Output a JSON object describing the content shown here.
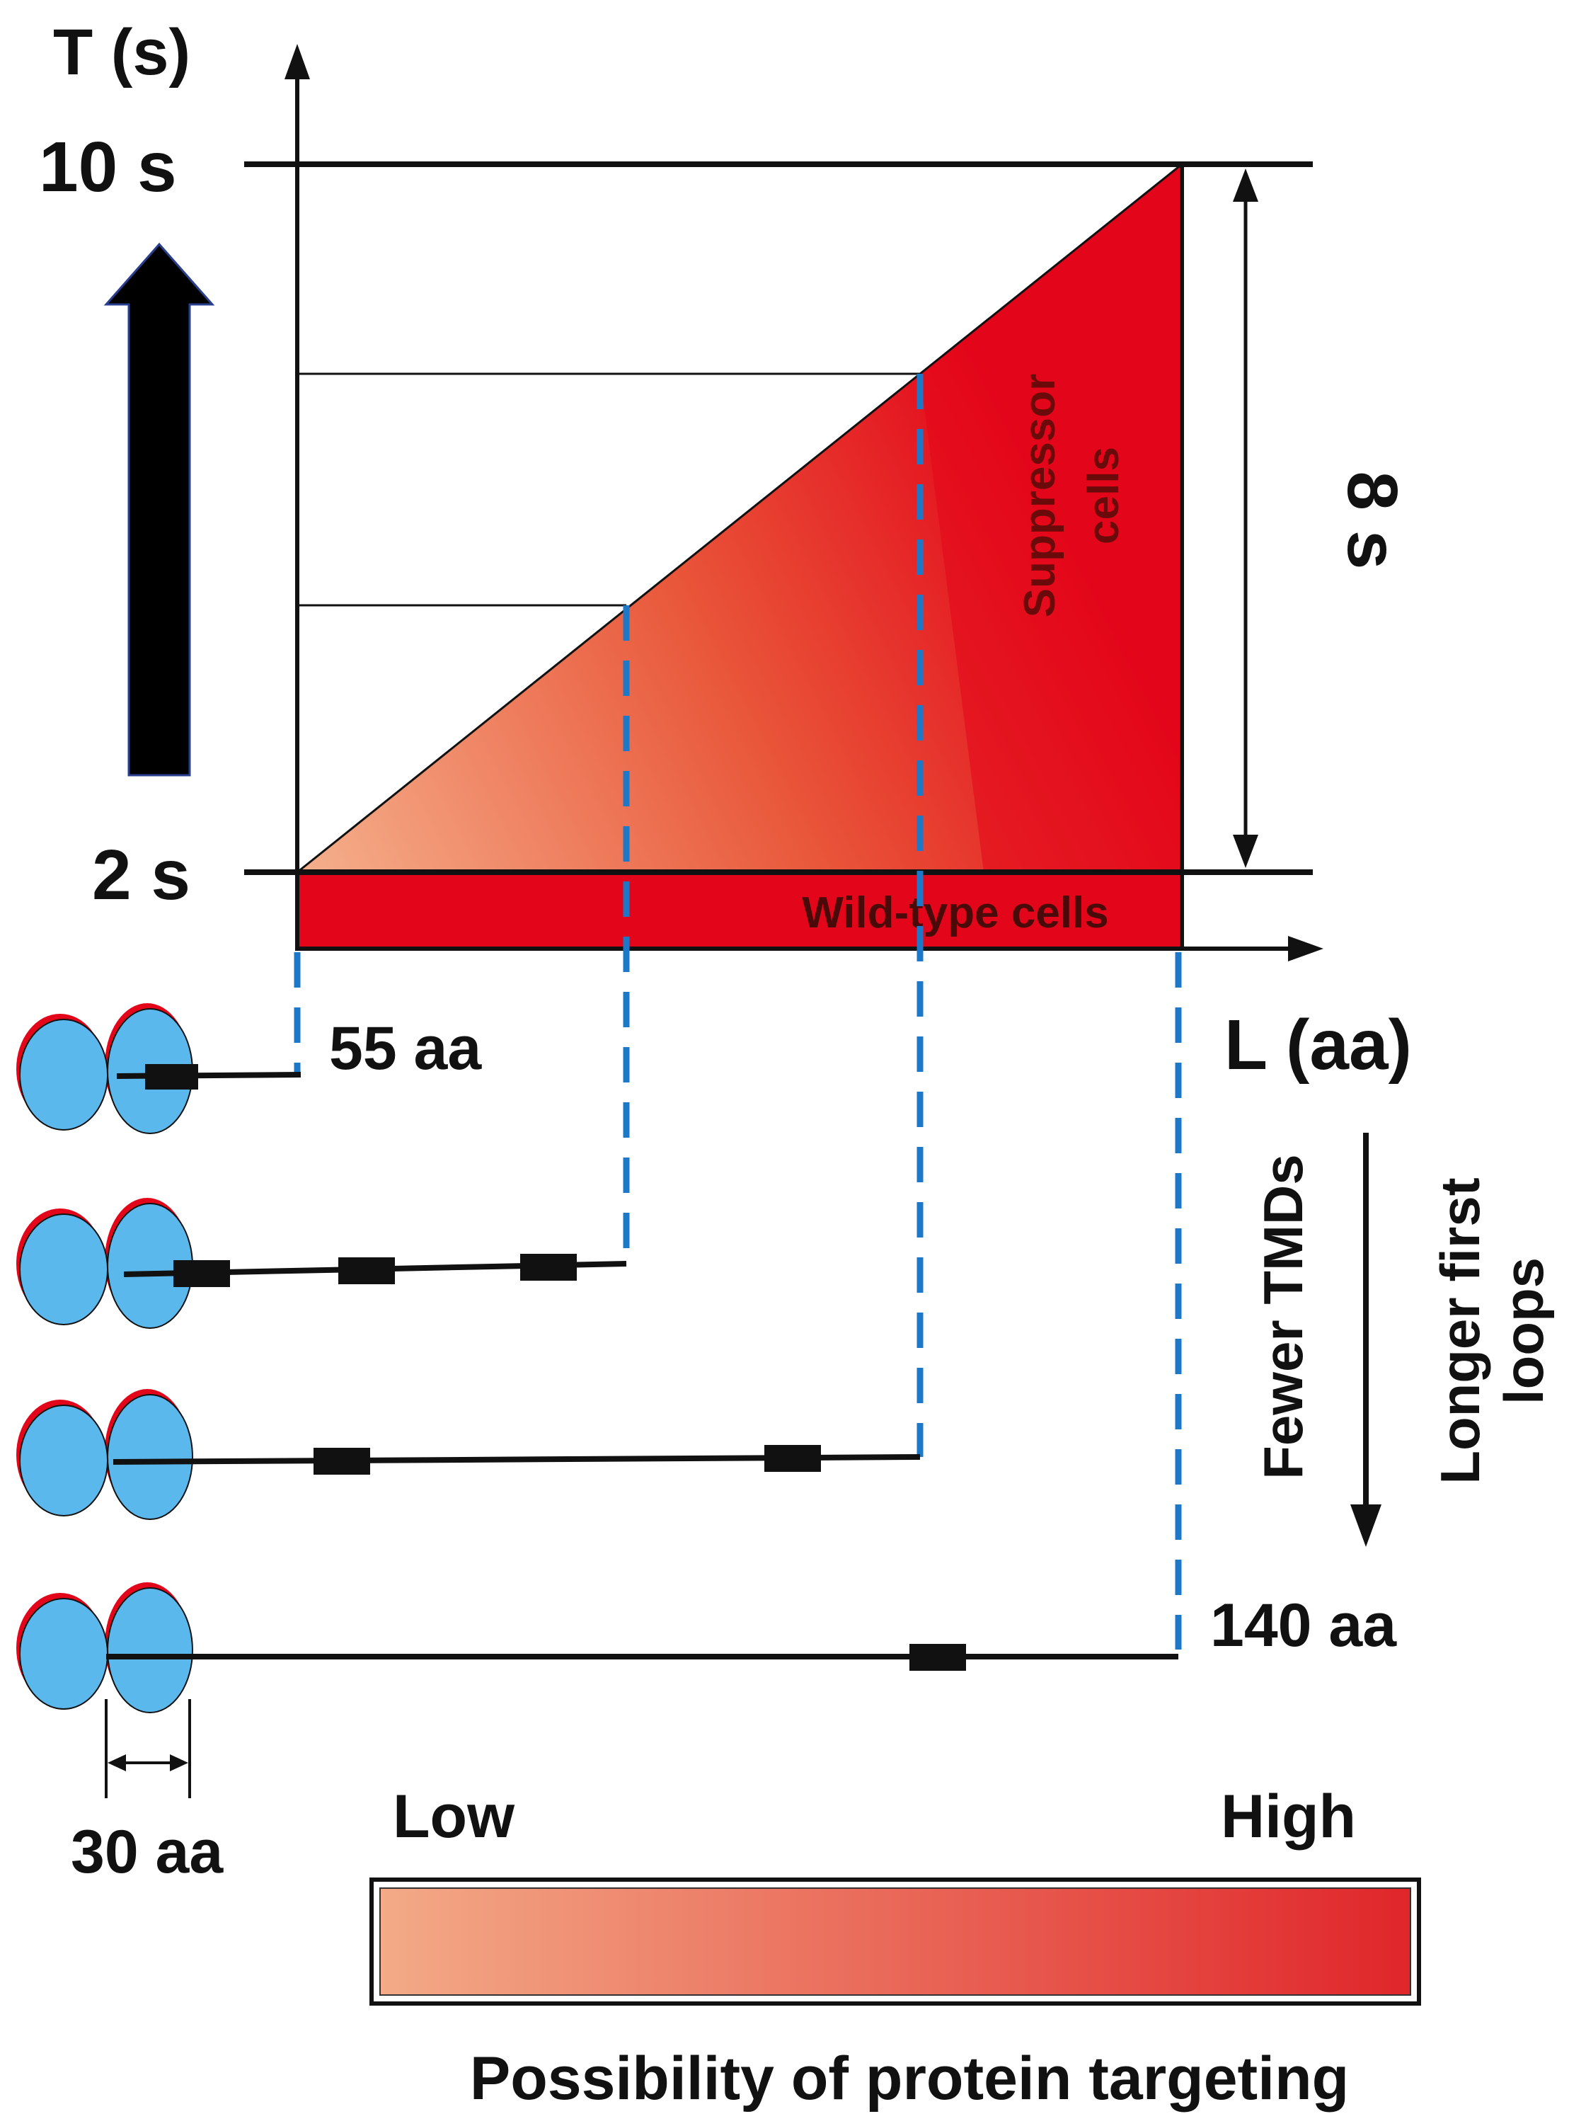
{
  "axes": {
    "y_label": "T (s)",
    "x_label": "L (aa)",
    "tick_top": "10 s",
    "tick_bottom": "2 s"
  },
  "regions": {
    "suppressor_line1": "Suppressor",
    "suppressor_line2": "cells",
    "wild_type": "Wild-type cells"
  },
  "span_label": "8 s",
  "proteins": {
    "first_label": "55 aa",
    "last_label": "140 aa",
    "ribosome_width_label": "30 aa"
  },
  "trend": {
    "left_label": "Fewer TMDs",
    "right_line1": "Longer first",
    "right_line2": "loops"
  },
  "legend": {
    "low": "Low",
    "high": "High",
    "caption": "Possibility of protein targeting"
  },
  "colors": {
    "red": "#e3061a",
    "gradient_low": "#f3aa87",
    "gradient_high": "#e0262a",
    "dash_blue": "#1e78c8",
    "ribosome_blue": "#5bb8ec",
    "ribosome_edge": "#e3061a"
  }
}
